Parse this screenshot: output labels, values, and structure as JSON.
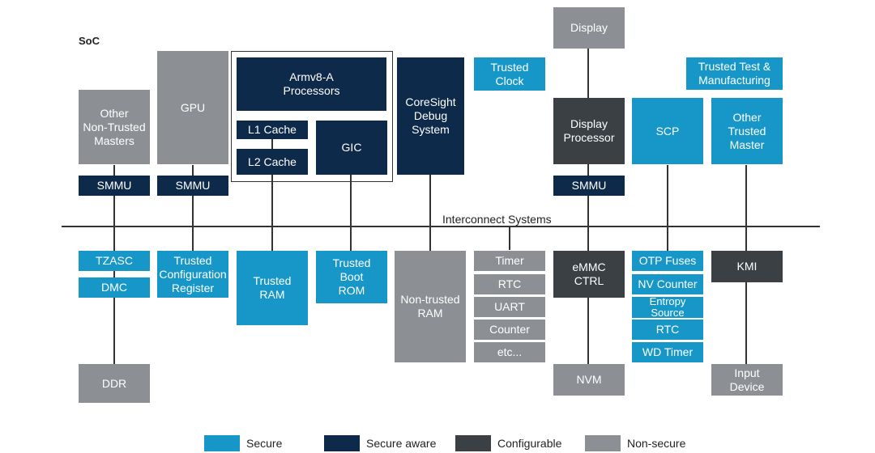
{
  "diagram": {
    "soc_label": "SoC",
    "interconnect_label": "Interconnect Systems",
    "colors": {
      "secure": "#1797c8",
      "secure_aware": "#0e2a4a",
      "configurable": "#3b4044",
      "non_secure": "#8c9094"
    },
    "boxes": {
      "other_non_trusted_masters": "Other\nNon-Trusted\nMasters",
      "gpu": "GPU",
      "armv8_processors": "Armv8-A\nProcessors",
      "l1_cache": "L1 Cache",
      "l2_cache": "L2 Cache",
      "gic": "GIC",
      "coresight": "CoreSight\nDebug\nSystem",
      "trusted_clock": "Trusted\nClock",
      "display": "Display",
      "display_processor": "Display\nProcessor",
      "trusted_test_manufacturing": "Trusted Test &\nManufacturing",
      "scp": "SCP",
      "other_trusted_master": "Other\nTrusted\nMaster",
      "smmu_1": "SMMU",
      "smmu_2": "SMMU",
      "smmu_3": "SMMU",
      "tzasc": "TZASC",
      "dmc": "DMC",
      "trusted_config_register": "Trusted\nConfiguration\nRegister",
      "trusted_ram": "Trusted\nRAM",
      "trusted_boot_rom": "Trusted\nBoot\nROM",
      "non_trusted_ram": "Non-trusted\nRAM",
      "timer": "Timer",
      "rtc_peripheral": "RTC",
      "uart": "UART",
      "counter": "Counter",
      "etc": "etc...",
      "emmc_ctrl": "eMMC\nCTRL",
      "otp_fuses": "OTP Fuses",
      "nv_counter": "NV Counter",
      "entropy_source": "Entropy\nSource",
      "rtc_secure": "RTC",
      "wd_timer": "WD Timer",
      "kmi": "KMI",
      "ddr": "DDR",
      "nvm": "NVM",
      "input_device": "Input\nDevice"
    }
  },
  "legend": {
    "secure": "Secure",
    "secure_aware": "Secure aware",
    "configurable": "Configurable",
    "non_secure": "Non-secure"
  }
}
